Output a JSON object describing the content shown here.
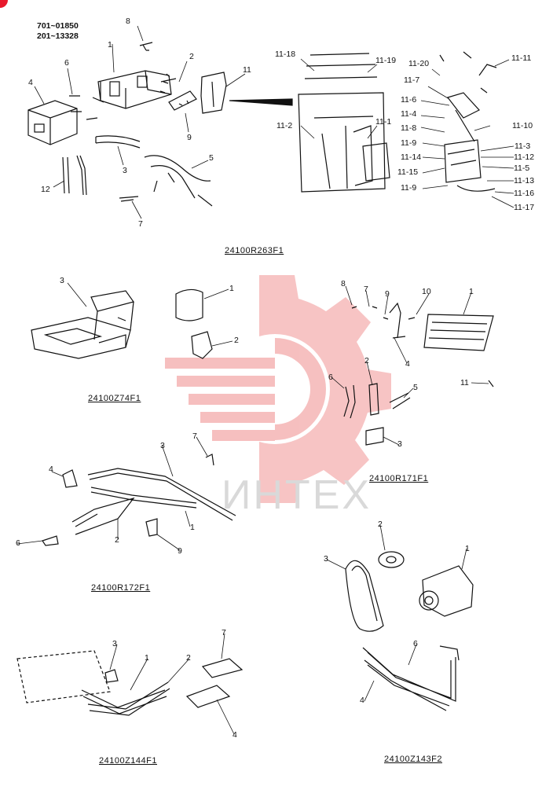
{
  "colors": {
    "line": "#111111",
    "watermark": "#f2a3a3",
    "corner_mark": "#e8192c"
  },
  "watermark": {
    "icon": "gear-rocket-icon",
    "text": "ИНТЕХ"
  },
  "serial_ranges": [
    "701~01850",
    "201~13328"
  ],
  "groups": [
    {
      "code": "24100R263F1"
    },
    {
      "code": "24100Z74F1"
    },
    {
      "code": "24100R171F1"
    },
    {
      "code": "24100R172F1"
    },
    {
      "code": "24100Z144F1"
    },
    {
      "code": "24100Z143F2"
    }
  ],
  "labels": {
    "g1": [
      "8",
      "1",
      "2",
      "11",
      "6",
      "4",
      "9",
      "3",
      "5",
      "12",
      "7"
    ],
    "g1_detail": [
      "11-18",
      "11-19",
      "11-20",
      "11-11",
      "11-7",
      "11-6",
      "11-4",
      "11-8",
      "11-10",
      "11-2",
      "11-1",
      "11-9",
      "11-3",
      "11-14",
      "11-12",
      "11-15",
      "11-5",
      "11-13",
      "11-9",
      "11-16",
      "11-17"
    ],
    "g2": [
      "3"
    ],
    "g3a": [
      "1",
      "2"
    ],
    "g3b": [
      "8",
      "7",
      "9",
      "10",
      "1",
      "4",
      "6",
      "2",
      "5",
      "11",
      "3"
    ],
    "g4": [
      "7",
      "3",
      "4",
      "1",
      "2",
      "6",
      "9"
    ],
    "g5": [
      "2",
      "1",
      "3"
    ],
    "g6": [
      "3",
      "1",
      "2",
      "7",
      "4"
    ],
    "g7": [
      "6",
      "4"
    ]
  }
}
